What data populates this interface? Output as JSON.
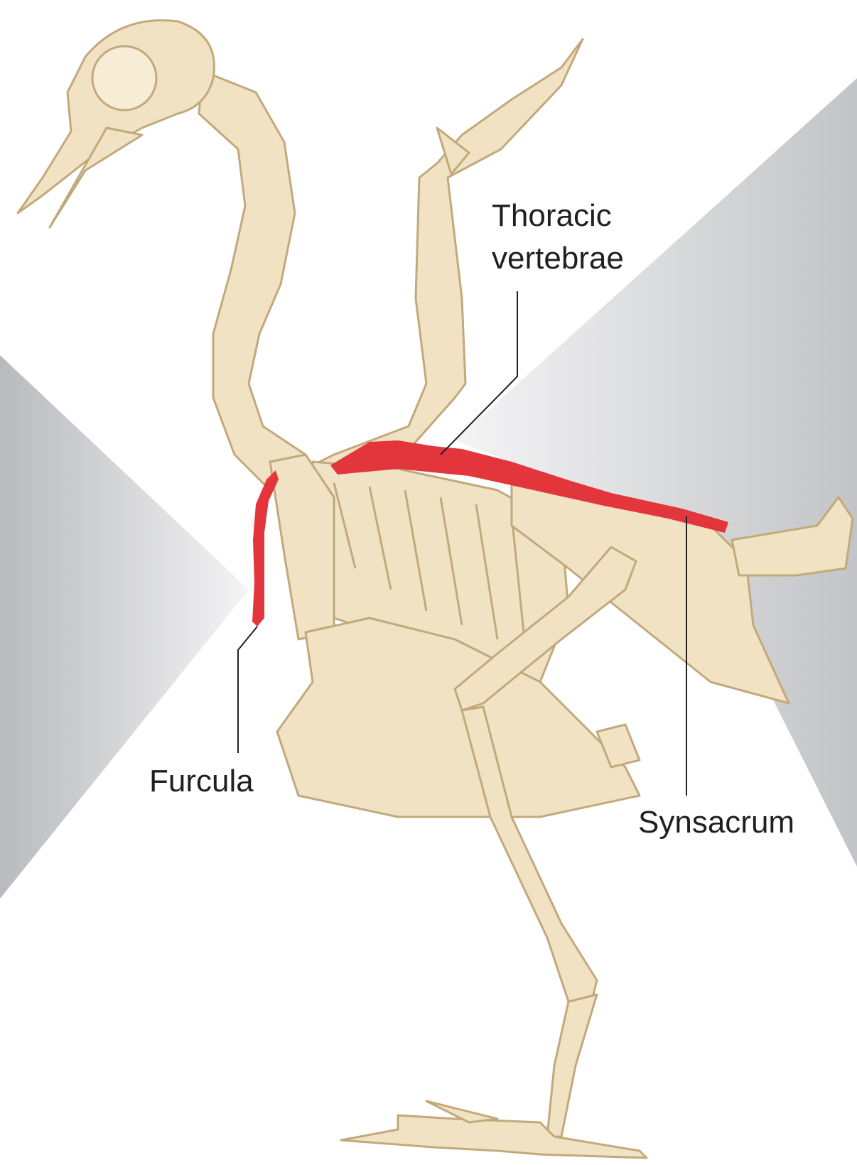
{
  "labels": {
    "thoracic_line1": "Thoracic",
    "thoracic_line2": "vertebrae",
    "furcula": "Furcula",
    "synsacrum": "Synsacrum"
  },
  "colors": {
    "bone_fill": "#f1e2c4",
    "bone_stroke": "#c2a97c",
    "highlight_red": "#e3353c",
    "shadow_gray": "#c9cacd",
    "leader_line": "#231f20"
  }
}
